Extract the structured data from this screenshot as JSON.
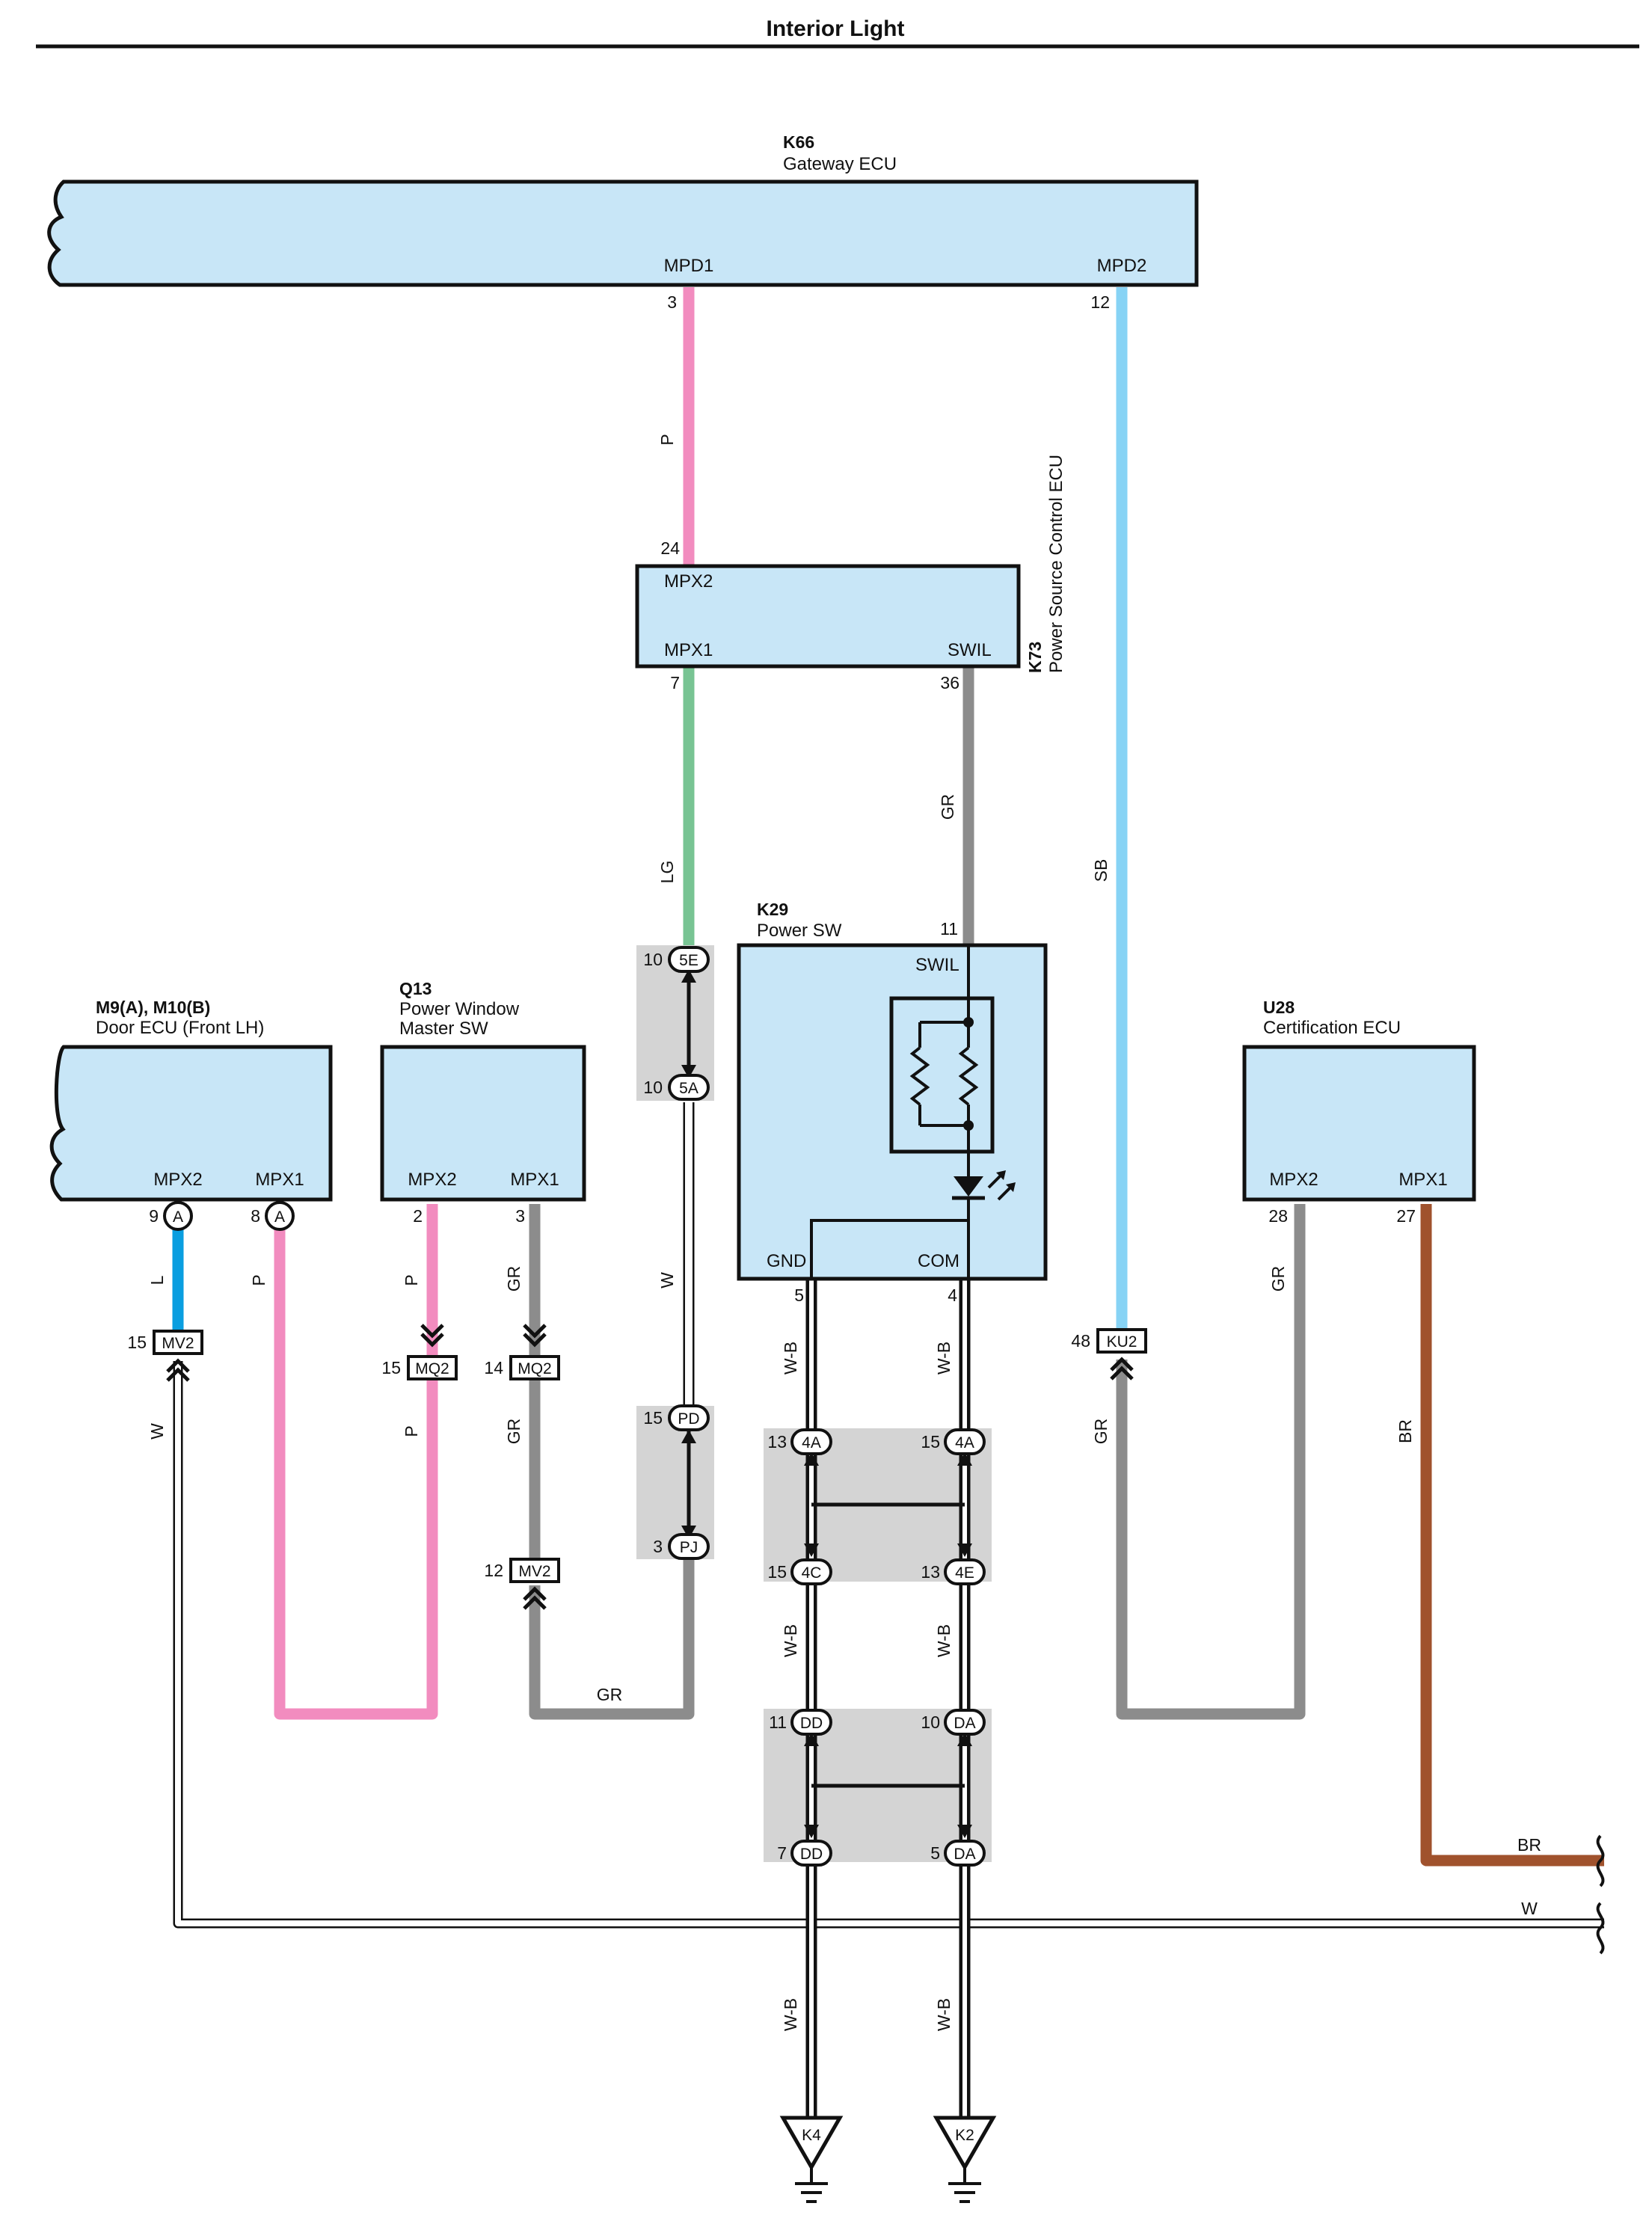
{
  "title": "Interior Light",
  "components": {
    "k66": {
      "code": "K66",
      "name": "Gateway ECU",
      "terminals": [
        "MPD1",
        "MPD2"
      ],
      "pins": [
        "3",
        "12"
      ]
    },
    "k73": {
      "code": "K73",
      "name": "Power Source Control ECU",
      "terminals": [
        "MPX2",
        "MPX1",
        "SWIL"
      ],
      "pins": [
        "24",
        "7",
        "36"
      ]
    },
    "k29": {
      "code": "K29",
      "name": "Power SW",
      "terminals": [
        "SWIL",
        "GND",
        "COM"
      ],
      "pins": [
        "11",
        "5",
        "4"
      ]
    },
    "m9": {
      "code": "M9(A), M10(B)",
      "name": "Door ECU (Front LH)",
      "terminals": [
        "MPX2",
        "MPX1"
      ],
      "pins": [
        "9",
        "8"
      ],
      "markers": [
        "A",
        "A"
      ]
    },
    "q13": {
      "code": "Q13",
      "name_line1": "Power Window",
      "name_line2": "Master SW",
      "terminals": [
        "MPX2",
        "MPX1"
      ],
      "pins": [
        "2",
        "3"
      ]
    },
    "u28": {
      "code": "U28",
      "name": "Certification ECU",
      "terminals": [
        "MPX2",
        "MPX1"
      ],
      "pins": [
        "28",
        "27"
      ]
    }
  },
  "wire_colors": {
    "P": "#f28cbf",
    "SB": "#87d3f5",
    "LG": "#78c493",
    "GR": "#8c8c8c",
    "L": "#0a9ee0",
    "W": "#ffffff",
    "BR": "#a0522d",
    "WB": "#ffffff"
  },
  "wire_labels": {
    "k66_k73": "P",
    "k66_ku2": "SB",
    "k73_lg": "LG",
    "k73_gr": "GR",
    "k29_w": "W",
    "m9_l": "L",
    "m9_p": "P",
    "q13_p_upper": "P",
    "q13_p_lower": "P",
    "q13_gr_upper": "GR",
    "q13_gr_lower": "GR",
    "gr_bottom": "GR",
    "u28_gr": "GR",
    "ku2_gr": "GR",
    "u28_br": "BR",
    "br_right": "BR",
    "w_left": "W",
    "w_right": "W",
    "wb_gnd_1": "W-B",
    "wb_com_1": "W-B",
    "wb_gnd_2": "W-B",
    "wb_com_2": "W-B",
    "wb_gnd_3": "W-B",
    "wb_com_3": "W-B"
  },
  "connectors": {
    "c5e": {
      "pin": "10",
      "id": "5E"
    },
    "c5a": {
      "pin": "10",
      "id": "5A"
    },
    "cpd": {
      "pin": "15",
      "id": "PD"
    },
    "cpj": {
      "pin": "3",
      "id": "PJ"
    },
    "c4a_l": {
      "pin": "13",
      "id": "4A"
    },
    "c4a_r": {
      "pin": "15",
      "id": "4A"
    },
    "c4c": {
      "pin": "15",
      "id": "4C"
    },
    "c4e": {
      "pin": "13",
      "id": "4E"
    },
    "cdd_t": {
      "pin": "11",
      "id": "DD"
    },
    "cda_t": {
      "pin": "10",
      "id": "DA"
    },
    "cdd_b": {
      "pin": "7",
      "id": "DD"
    },
    "cda_b": {
      "pin": "5",
      "id": "DA"
    },
    "mv2_a": {
      "pin": "15",
      "id": "MV2"
    },
    "mq2_a": {
      "pin": "15",
      "id": "MQ2"
    },
    "mq2_b": {
      "pin": "14",
      "id": "MQ2"
    },
    "mv2_b": {
      "pin": "12",
      "id": "MV2"
    },
    "ku2": {
      "pin": "48",
      "id": "KU2"
    }
  },
  "grounds": [
    "K4",
    "K2"
  ]
}
